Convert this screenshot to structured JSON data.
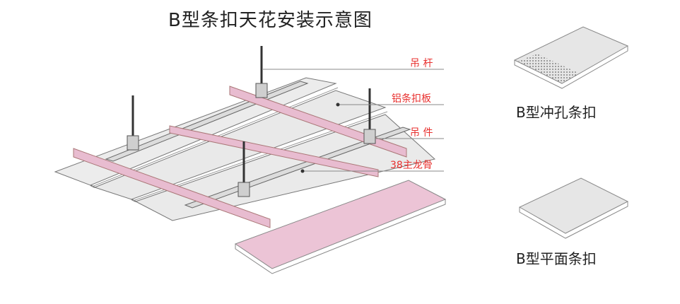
{
  "title": "B型条扣天花安装示意图",
  "labels": {
    "rod": "吊 杆",
    "panel": "铝条扣板",
    "hanger": "吊 件",
    "keel": "38主龙骨"
  },
  "variants": [
    {
      "caption": "B型冲孔条扣",
      "style": "perforated"
    },
    {
      "caption": "B型平面条扣",
      "style": "flat"
    }
  ],
  "colors": {
    "label": "#e8312f",
    "panel_fill": "#e9e9e9",
    "carrier_fill": "#e8bcd0",
    "accent_panel": "#ecc4d6",
    "line": "#555555"
  }
}
